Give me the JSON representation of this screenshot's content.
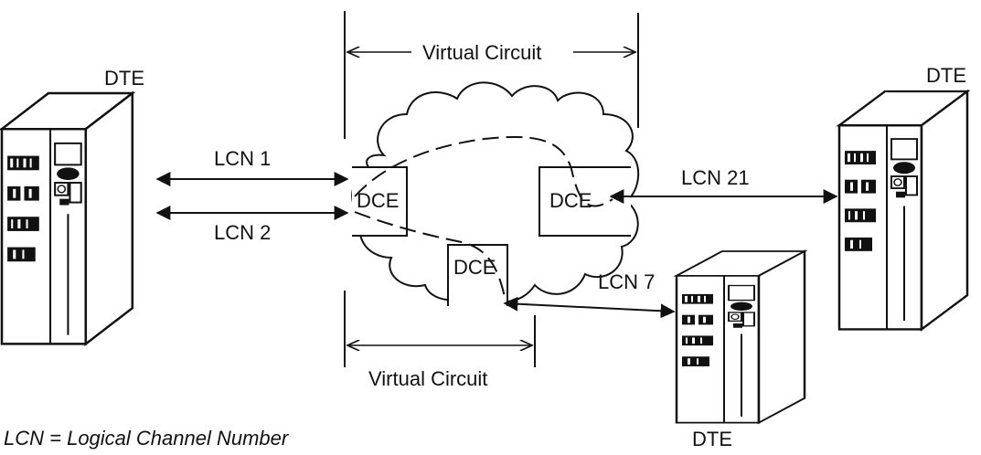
{
  "labels": {
    "dte_left": "DTE",
    "dte_right": "DTE",
    "dte_bottom": "DTE",
    "dce_left": "DCE",
    "dce_right": "DCE",
    "dce_bottom": "DCE",
    "virtual_circuit_top": "Virtual Circuit",
    "virtual_circuit_bottom": "Virtual Circuit",
    "lcn_1": "LCN  1",
    "lcn_2": "LCN  2",
    "lcn_21": "LCN  21",
    "lcn_7": "LCN  7",
    "legend": "LCN = Logical Channel Number"
  }
}
